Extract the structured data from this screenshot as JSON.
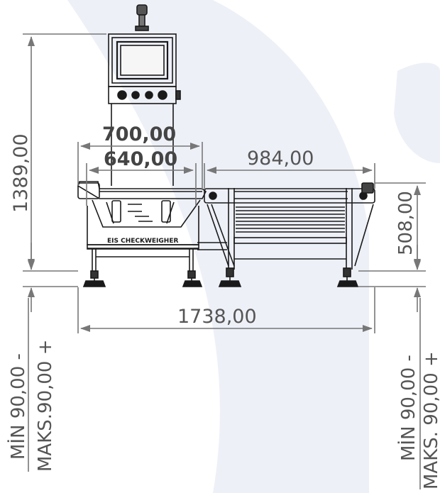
{
  "dimensions": {
    "total_height": "1389,00",
    "frame_width_outer": "700,00",
    "frame_width_inner": "640,00",
    "conveyor_length": "984,00",
    "conveyor_height": "508,00",
    "total_length": "1738,00",
    "foot_left_min": "MİN 90,00 -",
    "foot_left_max": "MAKS.90,00 +",
    "foot_right_min": "MİN 90,00 -",
    "foot_right_max": "MAKS. 90,00 +"
  },
  "machine": {
    "label": "EIS CHECKWEIGHER"
  },
  "colors": {
    "line": "#1a1a1a",
    "dim_line": "#777777",
    "dim_text": "#555555",
    "watermark": "#eef0f8"
  }
}
